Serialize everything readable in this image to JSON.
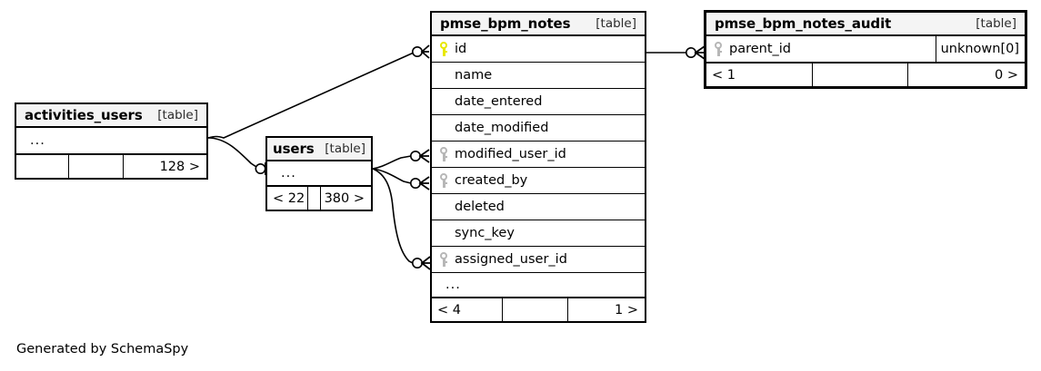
{
  "diagram": {
    "type": "entity-relationship-diagram",
    "generator_credit": "Generated by SchemaSpy",
    "table_tag": "[table]",
    "ellipsis": "...",
    "colors": {
      "background": "#ffffff",
      "header_fill": "#f4f4f4",
      "border": "#000000",
      "primary_key_icon": "#e8e800",
      "foreign_key_icon": "#b7b7b7",
      "text": "#000000"
    }
  },
  "tables": {
    "activities_users": {
      "name": "activities_users",
      "tag": "[table]",
      "rows": [
        {
          "label": "...",
          "key": "none",
          "type": ""
        }
      ],
      "footer": {
        "left": "",
        "middle": "",
        "right": "128 >"
      }
    },
    "users": {
      "name": "users",
      "tag": "[table]",
      "rows": [
        {
          "label": "...",
          "key": "none",
          "type": ""
        }
      ],
      "footer": {
        "left": "< 22",
        "middle": "",
        "right": "380 >"
      }
    },
    "pmse_bpm_notes": {
      "name": "pmse_bpm_notes",
      "tag": "[table]",
      "rows": [
        {
          "label": "id",
          "key": "primary",
          "type": ""
        },
        {
          "label": "name",
          "key": "none",
          "type": ""
        },
        {
          "label": "date_entered",
          "key": "none",
          "type": ""
        },
        {
          "label": "date_modified",
          "key": "none",
          "type": ""
        },
        {
          "label": "modified_user_id",
          "key": "foreign",
          "type": ""
        },
        {
          "label": "created_by",
          "key": "foreign",
          "type": ""
        },
        {
          "label": "deleted",
          "key": "none",
          "type": ""
        },
        {
          "label": "sync_key",
          "key": "none",
          "type": ""
        },
        {
          "label": "assigned_user_id",
          "key": "foreign",
          "type": ""
        },
        {
          "label": "...",
          "key": "none",
          "type": ""
        }
      ],
      "footer": {
        "left": "< 4",
        "middle": "",
        "right": "1 >"
      }
    },
    "pmse_bpm_notes_audit": {
      "name": "pmse_bpm_notes_audit",
      "tag": "[table]",
      "rows": [
        {
          "label": "parent_id",
          "key": "foreign",
          "type": "unknown[0]"
        }
      ],
      "footer": {
        "left": "< 1",
        "middle": "",
        "right": "0 >"
      }
    }
  },
  "relationships": [
    {
      "name": "activities-users-to-pmse-bpm-notes-id",
      "from_table": "activities_users",
      "to_table": "pmse_bpm_notes",
      "to_column": "id",
      "notation": "crows-foot-optional"
    },
    {
      "name": "activities-users-to-users",
      "from_table": "activities_users",
      "to_table": "users",
      "to_column": "...",
      "notation": "crows-foot-optional"
    },
    {
      "name": "users-to-modified-user-id",
      "from_table": "users",
      "to_table": "pmse_bpm_notes",
      "to_column": "modified_user_id",
      "notation": "crows-foot-optional"
    },
    {
      "name": "users-to-created-by",
      "from_table": "users",
      "to_table": "pmse_bpm_notes",
      "to_column": "created_by",
      "notation": "crows-foot-optional"
    },
    {
      "name": "users-to-assigned-user-id",
      "from_table": "users",
      "to_table": "pmse_bpm_notes",
      "to_column": "assigned_user_id",
      "notation": "crows-foot-optional"
    },
    {
      "name": "pmse-bpm-notes-id-to-audit-parent-id",
      "from_table": "pmse_bpm_notes",
      "from_column": "id",
      "to_table": "pmse_bpm_notes_audit",
      "to_column": "parent_id",
      "notation": "crows-foot-optional"
    }
  ]
}
